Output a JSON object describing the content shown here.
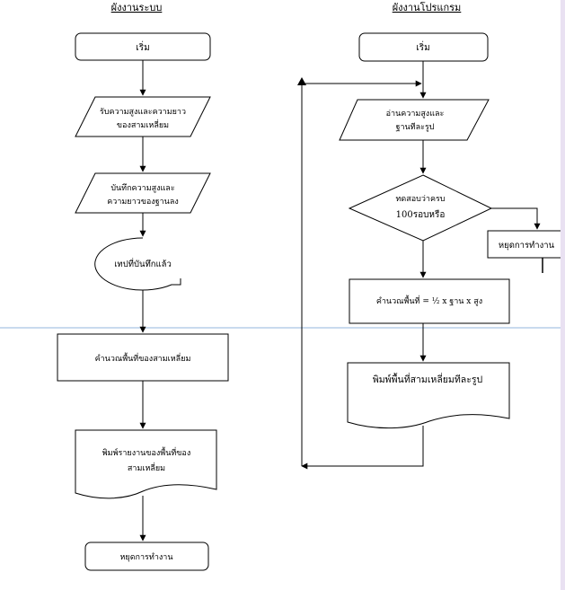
{
  "left": {
    "title": "ผังงานระบบ",
    "start": "เริ่ม",
    "input": [
      "รับความสูงและความยาว",
      "ของสามเหลี่ยม"
    ],
    "record": [
      "บันทึกความสูงและ",
      "ความยาวของฐานลง"
    ],
    "tape": "เทปที่บันทึกแล้ว",
    "process": "คำนวณพื้นที่ของสามเหลี่ยม",
    "report": [
      "พิมพ์รายงานของพื้นที่ของ",
      "สามเหลี่ยม"
    ],
    "stop": "หยุดการทำงาน"
  },
  "right": {
    "title": "ผังงานโปรแกรม",
    "start": "เริ่ม",
    "input": [
      "อ่านความสูงและ",
      "ฐานทีละรูป"
    ],
    "decision": [
      "ทดสอบว่าครบ",
      "100รอบหรือ"
    ],
    "stop": "หยุดการทำงาน",
    "process": "คำนวณพื้นที่ = ½ x ฐาน x สูง",
    "output": "พิมพ์พื้นที่สามเหลี่ยมทีละรูป"
  },
  "colors": {
    "line": "#000000",
    "divider": "#a9c4e4",
    "side_strip": "#e9e1f2"
  }
}
